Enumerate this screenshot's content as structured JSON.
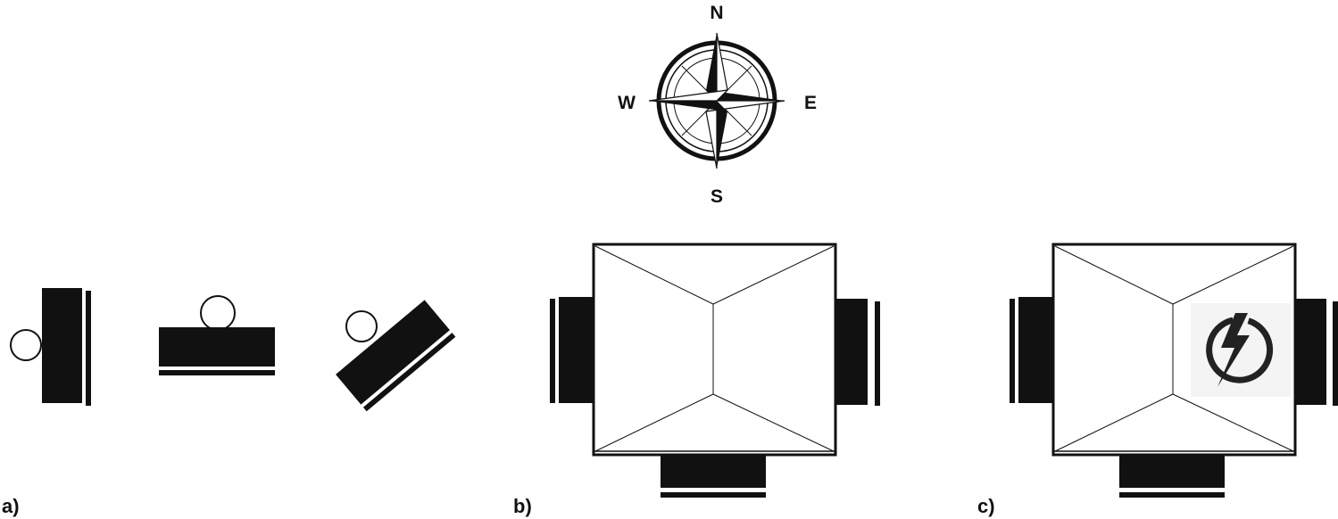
{
  "compass": {
    "north": "N",
    "south": "S",
    "east": "E",
    "west": "W"
  },
  "panels": [
    {
      "label": "a)"
    },
    {
      "label": "b)"
    },
    {
      "label": "c)"
    }
  ],
  "icons": {
    "power": "lightning-bolt-power-icon"
  },
  "colors": {
    "ink": "#111111",
    "background": "#ffffff"
  }
}
